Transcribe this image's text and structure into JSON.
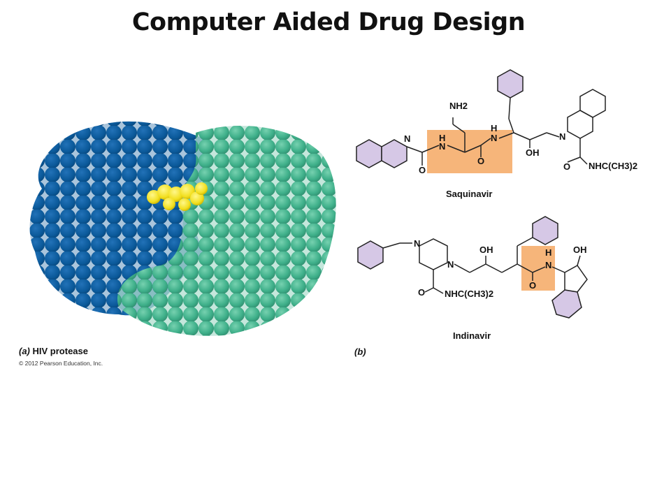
{
  "title": "Computer Aided Drug Design",
  "panel_a": {
    "caption_letter": "(a)",
    "caption_text": "HIV protease",
    "copyright": "© 2012 Pearson Education, Inc.",
    "colors": {
      "chain_a": "#0b5a9a",
      "chain_b": "#3fb08a",
      "ligand": "#f2df1f"
    }
  },
  "panel_b": {
    "caption_letter": "(b)",
    "saquinavir": {
      "name": "Saquinavir",
      "labels": {
        "n_ring": "N",
        "nh2": "NH2",
        "h1": "H",
        "n1": "N",
        "h2": "H",
        "n2": "N",
        "o1": "O",
        "o2": "O",
        "oh": "OH",
        "n3": "N",
        "o3": "O",
        "amide": "NHC(CH3)2"
      }
    },
    "indinavir": {
      "name": "Indinavir",
      "labels": {
        "n_a": "N",
        "n_b": "N",
        "oh1": "OH",
        "o1": "O",
        "amide": "NHC(CH3)2",
        "h": "H",
        "n_c": "N",
        "o2": "O",
        "oh2": "OH"
      }
    },
    "colors": {
      "aromatic": "#d6c8e6",
      "highlight": "#f6b57a"
    }
  }
}
